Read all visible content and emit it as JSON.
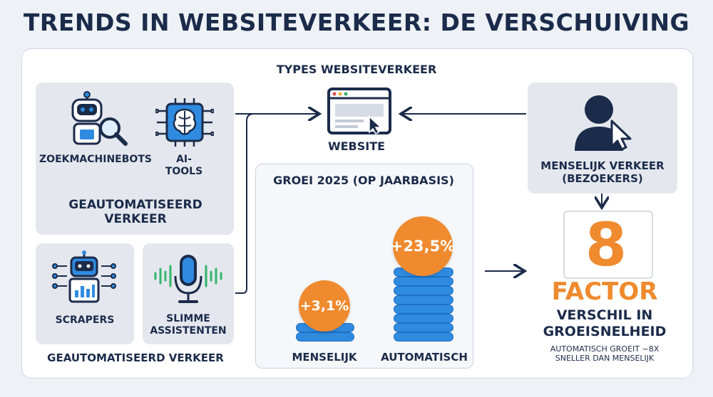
{
  "title": "TRENDS IN WEBSITEVERKEER: DE VERSCHUIVING",
  "types_title": "TYPES WEBSITEVERKEER",
  "automated_top": {
    "items": [
      {
        "label": "ZOEKMACHINEBOTS",
        "icon": "search-bot-icon"
      },
      {
        "label_line1": "AI-",
        "label_line2": "TOOLS",
        "icon": "ai-chip-icon"
      }
    ],
    "label_line1": "GEAUTOMATISEERD",
    "label_line2": "VERKEER"
  },
  "automated_bottom": {
    "items": [
      {
        "label": "SCRAPERS",
        "icon": "scraper-robot-icon"
      },
      {
        "label_line1": "SLIMME",
        "label_line2": "ASSISTENTEN",
        "icon": "microphone-icon"
      }
    ],
    "label": "GEAUTOMATISEERD VERKEER"
  },
  "website": {
    "label": "WEBSITE",
    "icon": "browser-window-icon"
  },
  "human": {
    "label_line1": "MENSELIJK VERKEER",
    "label_line2": "(BEZOEKERS)",
    "icon": "person-cursor-icon"
  },
  "chart_data": {
    "type": "bar",
    "title": "GROEI 2025 (OP JAARBASIS)",
    "categories": [
      "MENSELIJK",
      "AUTOMATISCH"
    ],
    "values": [
      3.1,
      23.5
    ],
    "value_labels": [
      "+3,1%",
      "+23,5%"
    ]
  },
  "factor": {
    "number": "8",
    "word": "FACTOR",
    "line1": "VERSCHIL IN",
    "line2": "GROEISNELHEID",
    "sub_line1": "AUTOMATISCH GROEIT ~8X",
    "sub_line2": "SNELLER DAN MENSELIJK"
  },
  "colors": {
    "navy": "#1b2b4a",
    "blue": "#2f8be0",
    "orange": "#ef8a2e",
    "panel_gray": "#e4e7ee",
    "green": "#35b56a"
  }
}
